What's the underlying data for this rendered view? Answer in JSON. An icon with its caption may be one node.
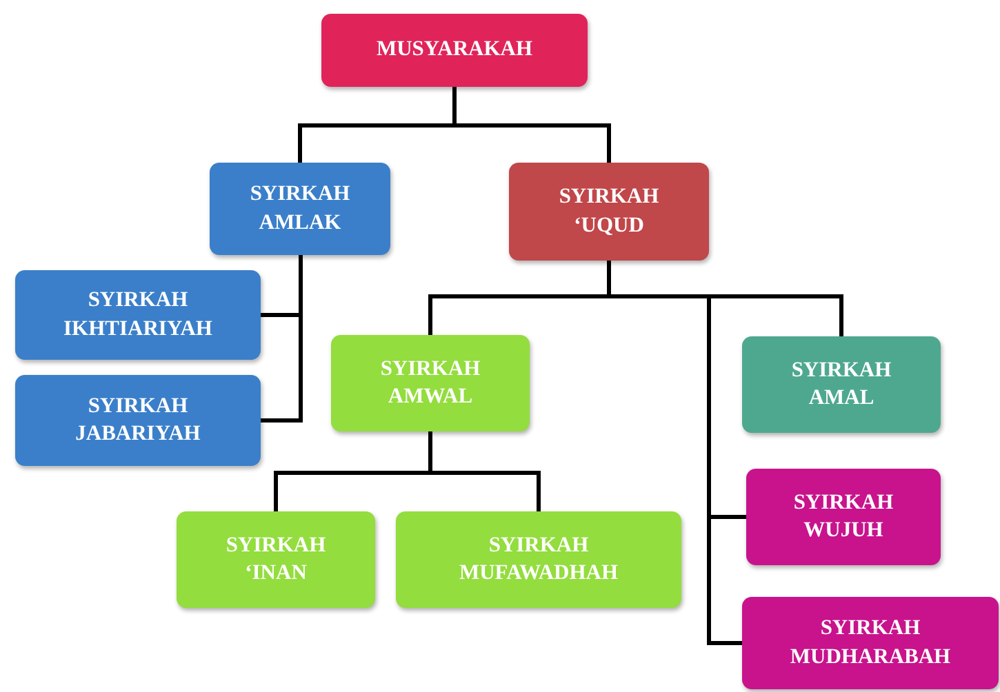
{
  "diagram": {
    "nodes": [
      {
        "text": [
          "MUSYARAKAH"
        ]
      },
      {
        "text": [
          "SYIRKAH AMLAK"
        ]
      },
      {
        "text": [
          "SYIRKAH ‘UQUD"
        ]
      },
      {
        "text": [
          "SYIRKAH IKHTIARIYAH"
        ]
      },
      {
        "text": [
          "SYIRKAH JABARIYAH"
        ]
      },
      {
        "text": [
          "SYIRKAH AMWAL"
        ]
      },
      {
        "text": [
          "SYIRKAH AMAL"
        ]
      },
      {
        "text": [
          "SYIRKAH WUJUH"
        ]
      },
      {
        "text": [
          "SYIRKAH ‘INAN"
        ]
      },
      {
        "text": [
          "SYIRKAH MUFAWADHAH"
        ]
      },
      {
        "text": [
          "SYIRKAH MUDHARABAH"
        ]
      }
    ],
    "edges": [
      {
        "from": 0,
        "to": 1,
        "arrow": "none"
      },
      {
        "from": 0,
        "to": 2,
        "arrow": "none"
      },
      {
        "from": 1,
        "to": 3,
        "arrow": "none"
      },
      {
        "from": 1,
        "to": 4,
        "arrow": "none"
      },
      {
        "from": 2,
        "to": 5,
        "arrow": "none"
      },
      {
        "from": 2,
        "to": 6,
        "arrow": "none"
      },
      {
        "from": 2,
        "to": 7,
        "arrow": "none"
      },
      {
        "from": 2,
        "to": 10,
        "arrow": "none"
      },
      {
        "from": 5,
        "to": 8,
        "arrow": "none"
      },
      {
        "from": 5,
        "to": 9,
        "arrow": "none"
      }
    ]
  }
}
